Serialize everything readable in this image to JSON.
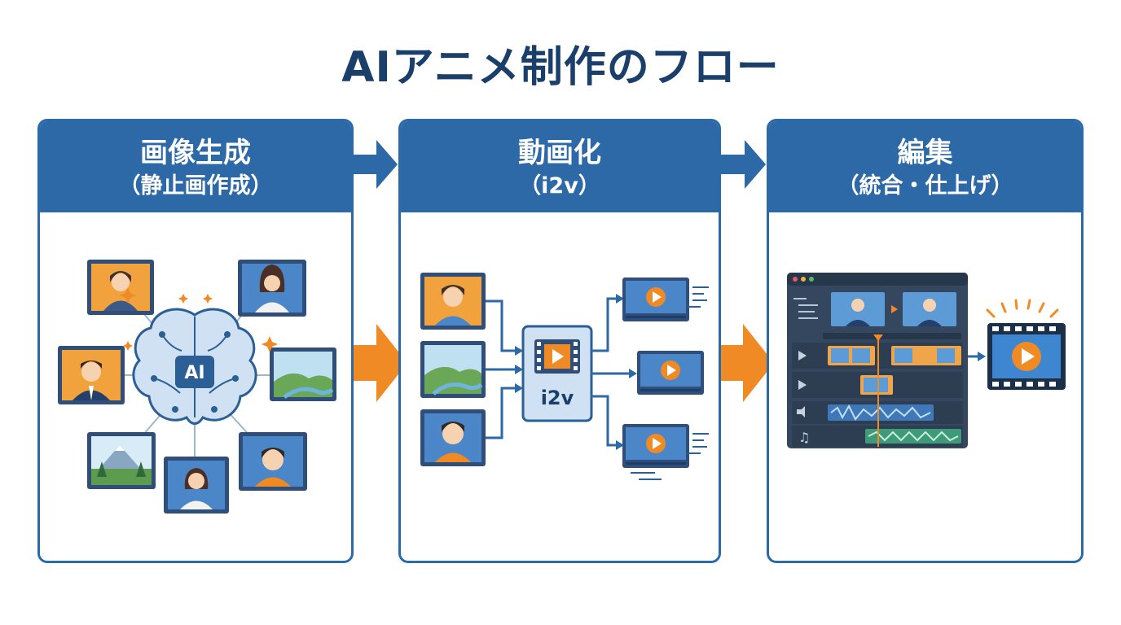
{
  "title": "AIアニメ制作のフロー",
  "colors": {
    "header_blue": "#2c69a6",
    "title_navy": "#1b3f6b",
    "accent_orange": "#f08a24",
    "panel_border": "#2b6aa8"
  },
  "steps": [
    {
      "title": "画像生成",
      "subtitle": "（静止画作成）",
      "icons": [
        "ai-brain-icon",
        "portrait-woman-icon",
        "portrait-man-icon",
        "landscape-icon",
        "mountain-icon",
        "portrait-boy-icon"
      ],
      "center_label": "AI"
    },
    {
      "title": "動画化",
      "subtitle": "（i2v）",
      "icons": [
        "portrait-woman-icon",
        "landscape-icon",
        "portrait-boy-icon",
        "video-clip-icon",
        "film-play-icon"
      ],
      "center_label": "i2v"
    },
    {
      "title": "編集",
      "subtitle": "（統合・仕上げ）",
      "icons": [
        "editor-window-icon",
        "timeline-icon",
        "audio-wave-icon",
        "film-play-icon"
      ]
    }
  ]
}
